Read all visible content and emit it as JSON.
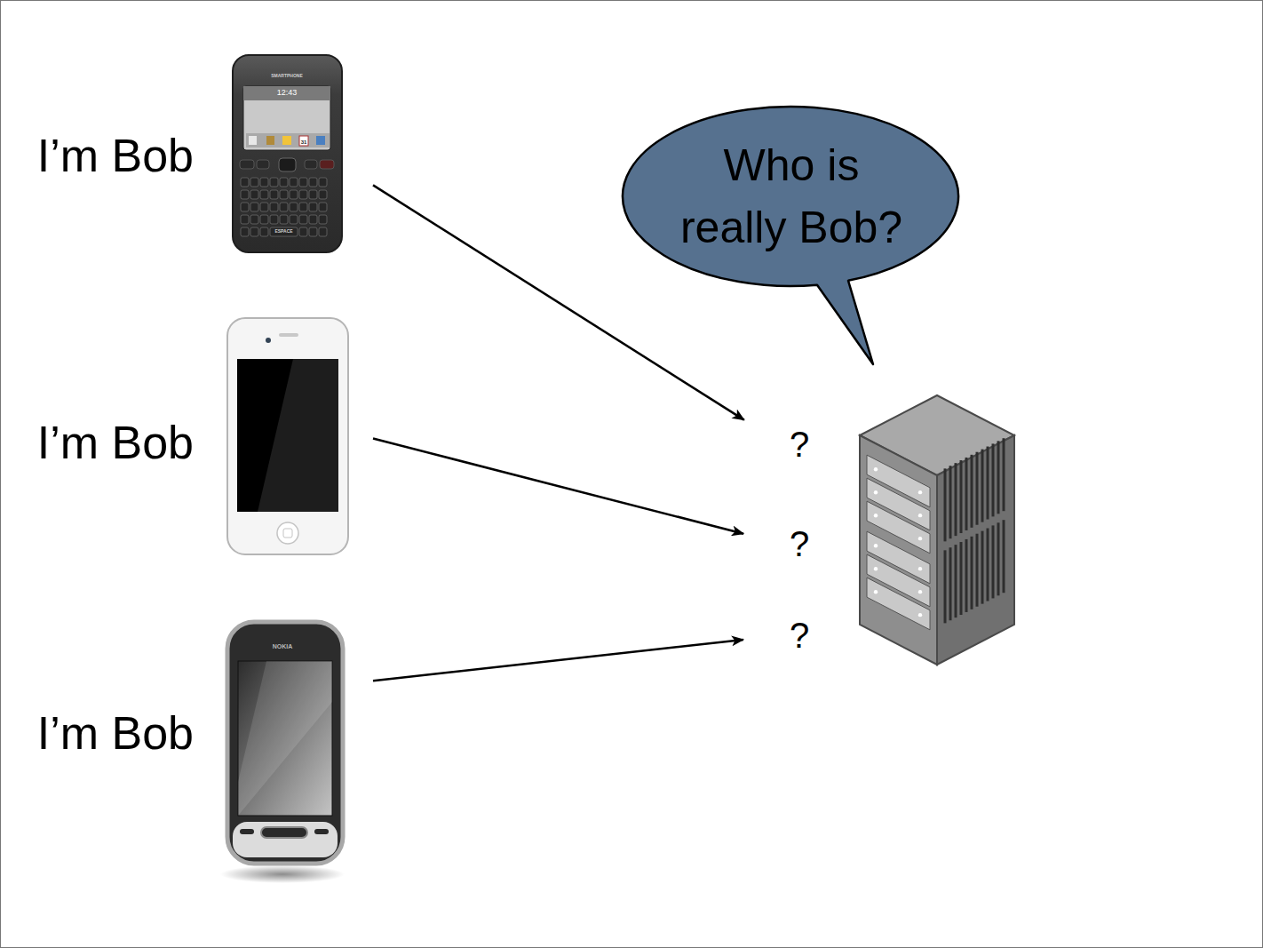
{
  "diagram": {
    "nodes": [
      {
        "text": [
          "Who is really Bob?"
        ]
      },
      {
        "text": [
          "I’m Bob"
        ]
      },
      {
        "text": [
          "I’m Bob"
        ]
      },
      {
        "text": [
          "I’m Bob"
        ]
      },
      {
        "text": [
          "?"
        ]
      },
      {
        "text": [
          "?"
        ]
      },
      {
        "text": [
          "?"
        ]
      }
    ],
    "edges": [
      {
        "from": 1,
        "to": 4,
        "arrow": "to"
      },
      {
        "from": 2,
        "to": 5,
        "arrow": "to"
      },
      {
        "from": 3,
        "to": 6,
        "arrow": "to"
      }
    ],
    "labels": [
      "SMARTPHONE",
      "12:43",
      "31",
      "ESPACE",
      "NOKIA"
    ]
  }
}
